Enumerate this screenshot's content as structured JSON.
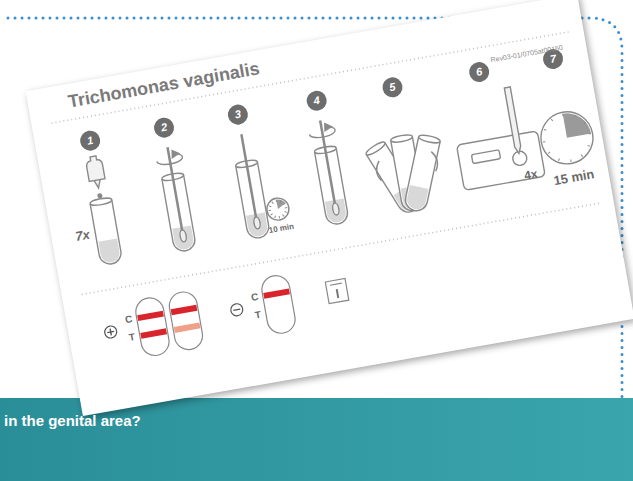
{
  "diagram": {
    "title": "Trichomonas vaginalis",
    "labels": [
      "1",
      "2",
      "3",
      "4",
      "5",
      "6",
      "7",
      "7x",
      "10 min",
      "4x",
      "15 min",
      "Rev03-01/0705at00150",
      "C",
      "T",
      "C",
      "T",
      "in the genital area?"
    ]
  }
}
